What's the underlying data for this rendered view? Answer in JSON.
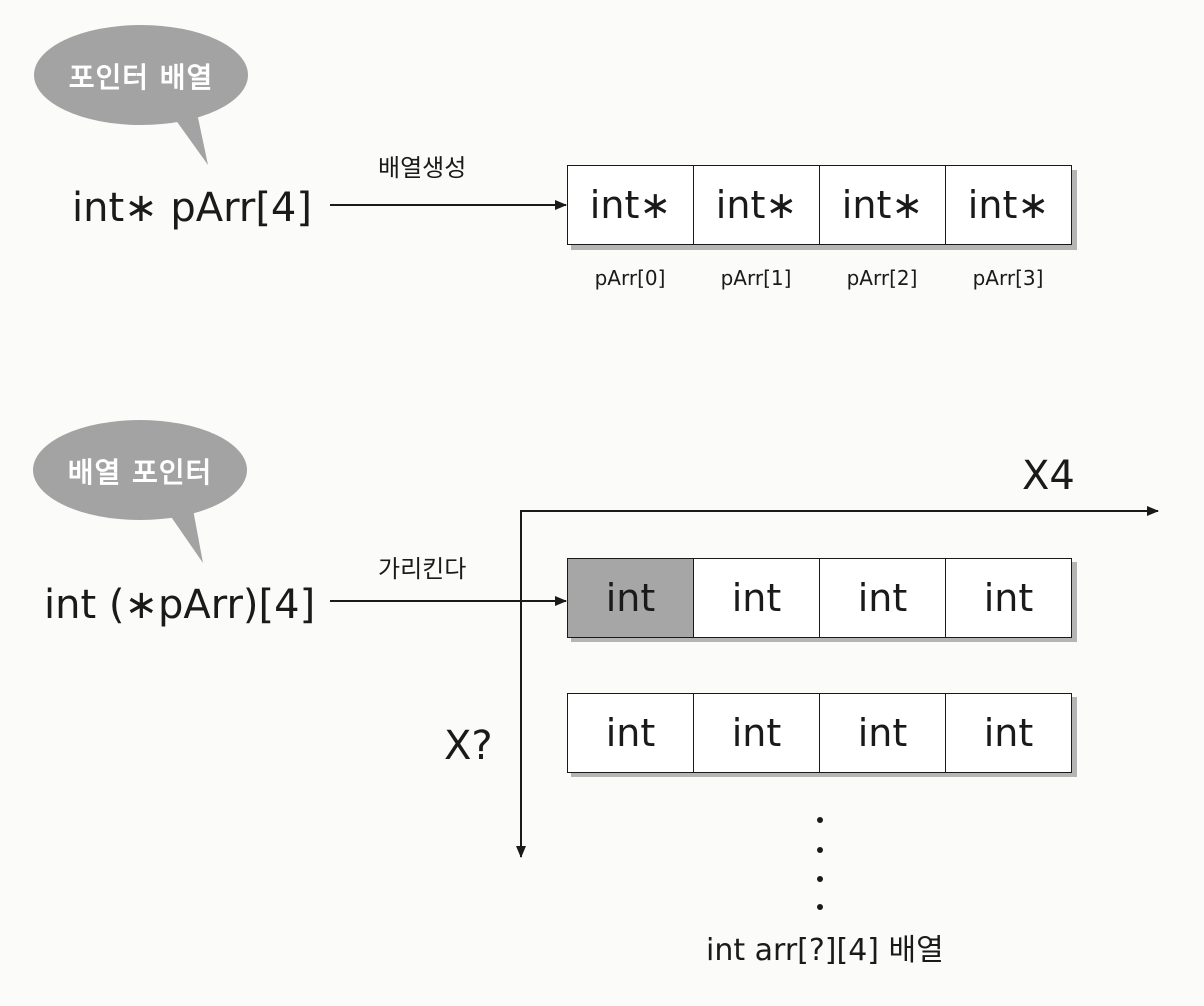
{
  "section1": {
    "bubble_label": "포인터 배열",
    "declaration": "int∗ pArr[4]",
    "arrow_label": "배열생성",
    "cells": [
      "int∗",
      "int∗",
      "int∗",
      "int∗"
    ],
    "index_labels": [
      "pArr[0]",
      "pArr[1]",
      "pArr[2]",
      "pArr[3]"
    ]
  },
  "section2": {
    "bubble_label": "배열 포인터",
    "declaration": "int (∗pArr)[4]",
    "arrow_label": "가리킨다",
    "row1_cells": [
      "int",
      "int",
      "int",
      "int"
    ],
    "row2_cells": [
      "int",
      "int",
      "int",
      "int"
    ],
    "axis_x_label": "X4",
    "axis_y_label": "X?",
    "caption": "int arr[?][4] 배열"
  },
  "colors": {
    "bubble": "#a3a3a3",
    "highlight_cell": "#a6a6a6",
    "line": "#1a1a1a"
  }
}
